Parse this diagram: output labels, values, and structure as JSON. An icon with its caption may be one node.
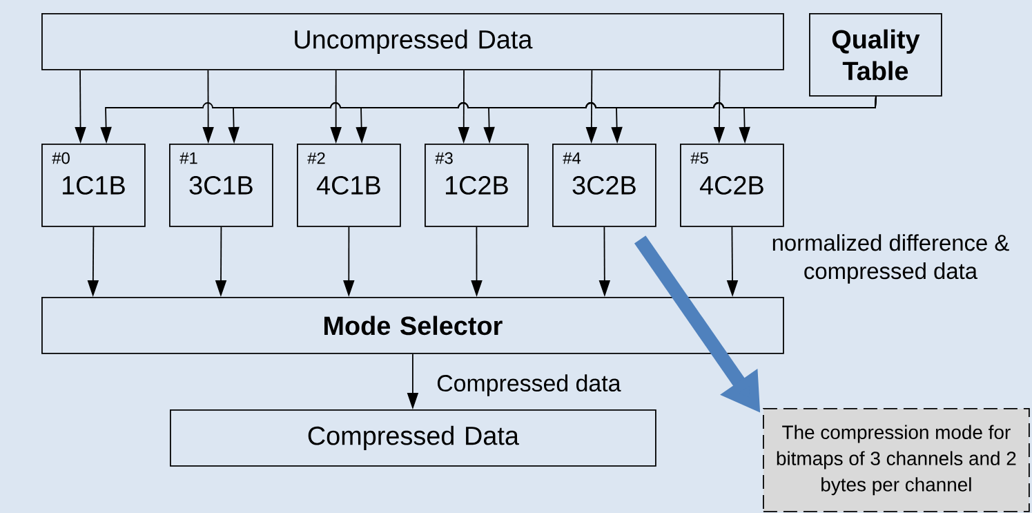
{
  "diagram": {
    "nodes": [
      {
        "text": [
          "Uncompressed Data"
        ]
      },
      {
        "text": [
          "Quality Table"
        ]
      },
      {
        "text": [
          "#0",
          "1C1B"
        ]
      },
      {
        "text": [
          "#1",
          "3C1B"
        ]
      },
      {
        "text": [
          "#2",
          "4C1B"
        ]
      },
      {
        "text": [
          "#3",
          "1C2B"
        ]
      },
      {
        "text": [
          "#4",
          "3C2B"
        ]
      },
      {
        "text": [
          "#5",
          "4C2B"
        ]
      },
      {
        "text": [
          "Mode Selector"
        ]
      },
      {
        "text": [
          "Compressed Data"
        ]
      },
      {
        "text": [
          "The compression mode for bitmaps of 3 channels and 2 bytes per channel"
        ]
      }
    ],
    "edges": [
      {
        "from": 0,
        "to": 2,
        "arrow": "to"
      },
      {
        "from": 0,
        "to": 3,
        "arrow": "to"
      },
      {
        "from": 0,
        "to": 4,
        "arrow": "to"
      },
      {
        "from": 0,
        "to": 5,
        "arrow": "to"
      },
      {
        "from": 0,
        "to": 6,
        "arrow": "to"
      },
      {
        "from": 0,
        "to": 7,
        "arrow": "to"
      },
      {
        "from": 1,
        "to": 2,
        "arrow": "to"
      },
      {
        "from": 1,
        "to": 3,
        "arrow": "to"
      },
      {
        "from": 1,
        "to": 4,
        "arrow": "to"
      },
      {
        "from": 1,
        "to": 5,
        "arrow": "to"
      },
      {
        "from": 1,
        "to": 6,
        "arrow": "to"
      },
      {
        "from": 1,
        "to": 7,
        "arrow": "to"
      },
      {
        "from": 2,
        "to": 8,
        "arrow": "to"
      },
      {
        "from": 3,
        "to": 8,
        "arrow": "to"
      },
      {
        "from": 4,
        "to": 8,
        "arrow": "to"
      },
      {
        "from": 5,
        "to": 8,
        "arrow": "to"
      },
      {
        "from": 6,
        "to": 8,
        "arrow": "to"
      },
      {
        "from": 7,
        "to": 8,
        "arrow": "to",
        "label": "normalized difference & compressed data"
      },
      {
        "from": 8,
        "to": 9,
        "arrow": "to",
        "label": "Compressed data"
      },
      {
        "from": 6,
        "to": 10,
        "arrow": "to",
        "style": "thick",
        "color": "#4f81bd"
      }
    ]
  }
}
